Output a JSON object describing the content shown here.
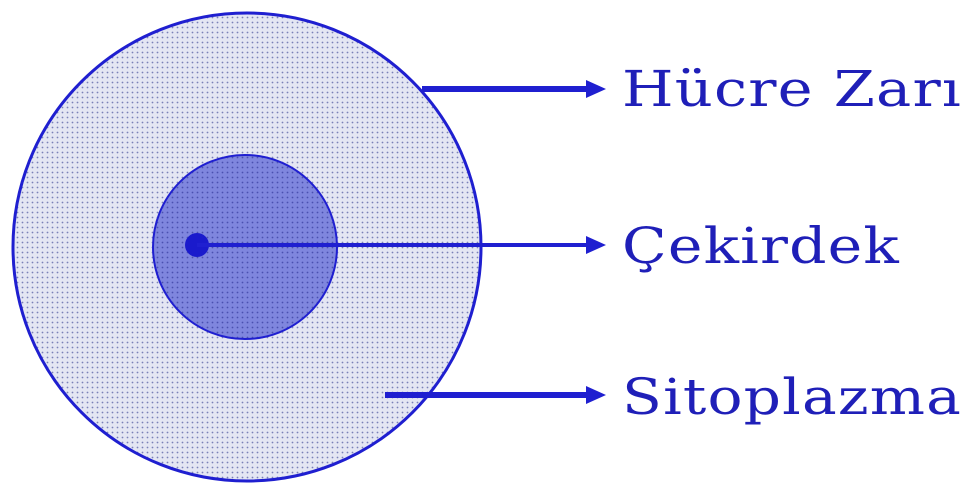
{
  "labels": {
    "membrane": "Hücre Zarı",
    "nucleus": "Çekirdek",
    "cytoplasm": "Sitoplazma"
  },
  "colors": {
    "background": "#ffffff",
    "line": "#1f1fd0",
    "label_text": "#1f1fb8",
    "cytoplasm_fill": "#e4e6f3",
    "cytoplasm_dots": "#7a80b8",
    "nucleus_fill": "#7f86de",
    "nucleus_dots": "#4a50b0",
    "nucleolus": "#1a1acc"
  }
}
